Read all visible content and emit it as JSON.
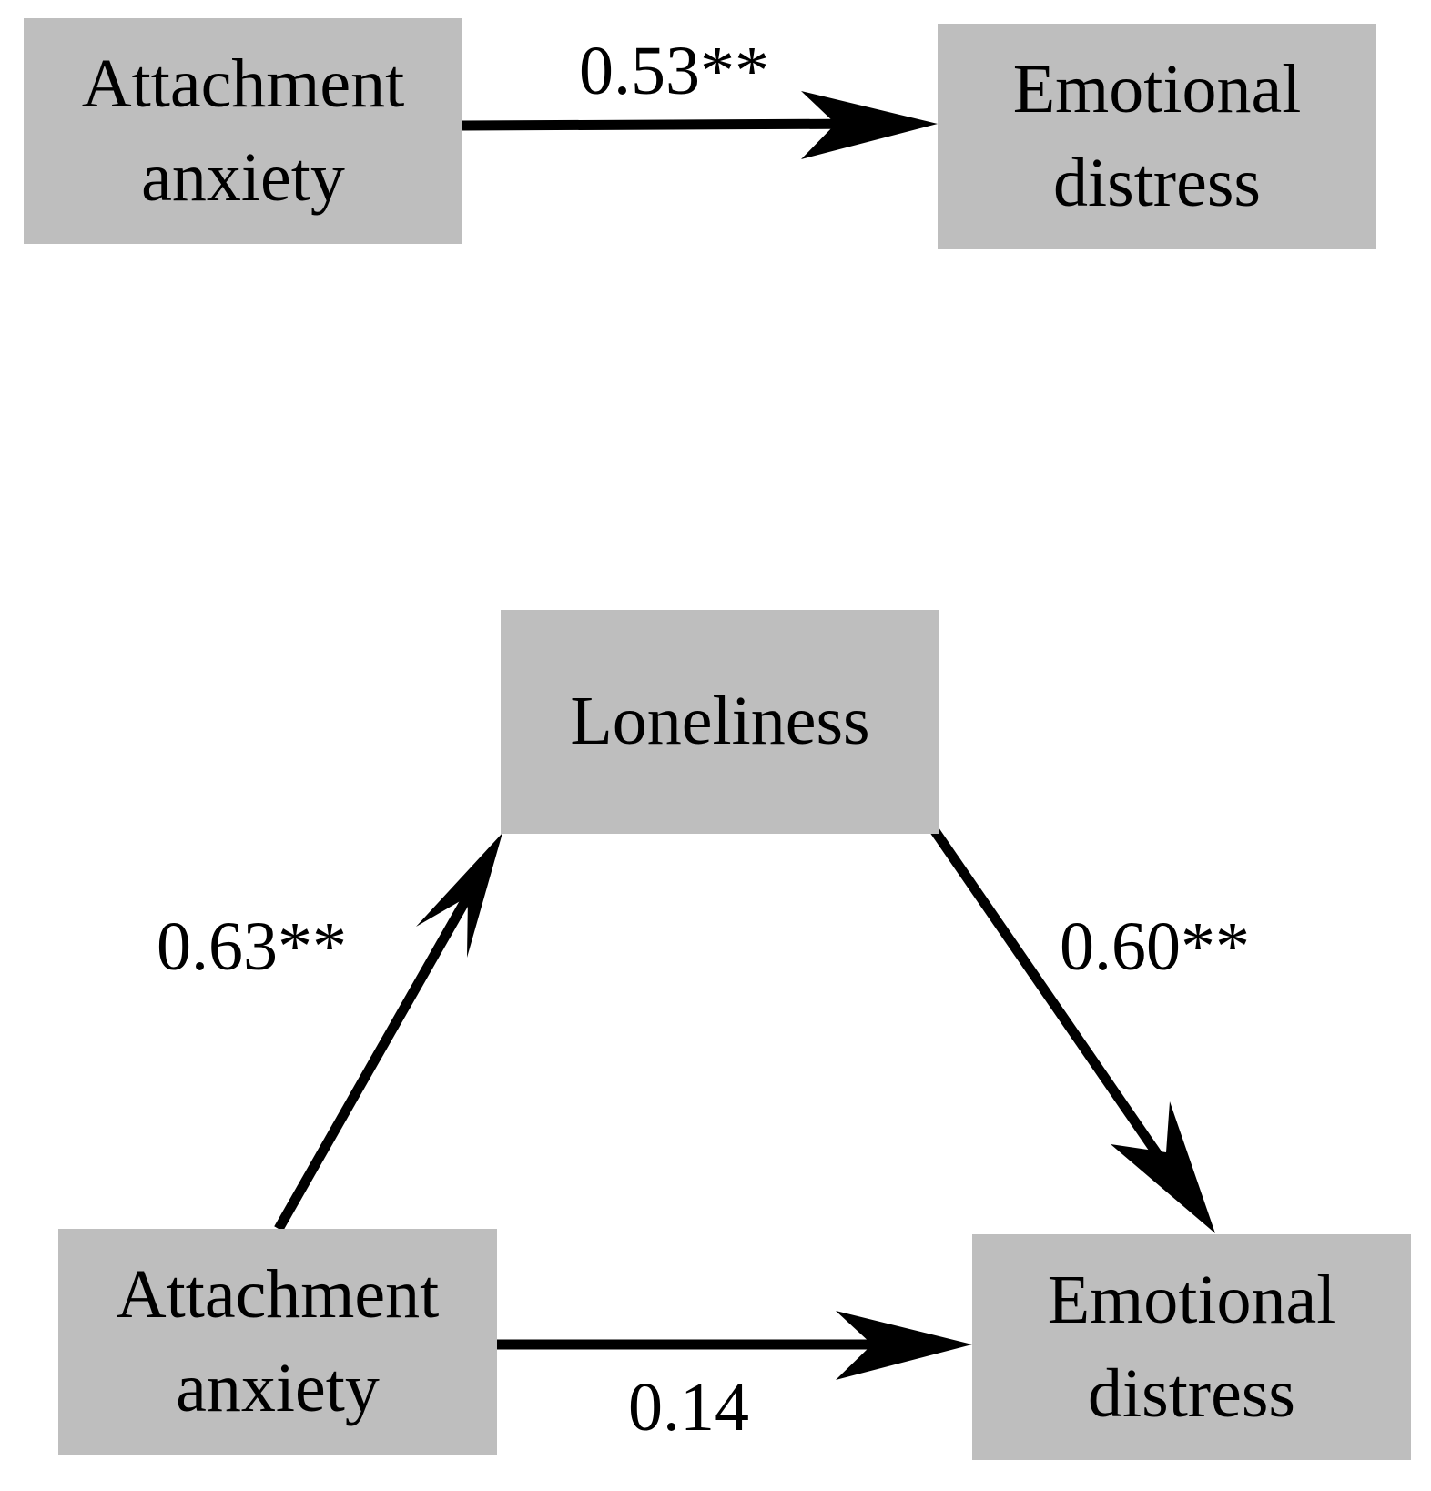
{
  "total_effect": {
    "predictor": "Attachment\nanxiety",
    "outcome": "Emotional\ndistress",
    "path_c": "0.53**"
  },
  "mediation_model": {
    "mediator": "Loneliness",
    "predictor": "Attachment\nanxiety",
    "outcome": "Emotional\ndistress",
    "path_a": "0.63**",
    "path_b": "0.60**",
    "path_c_prime": "0.14"
  },
  "colors": {
    "box_fill": "#bebebe",
    "arrow": "#000000",
    "text": "#000000"
  }
}
